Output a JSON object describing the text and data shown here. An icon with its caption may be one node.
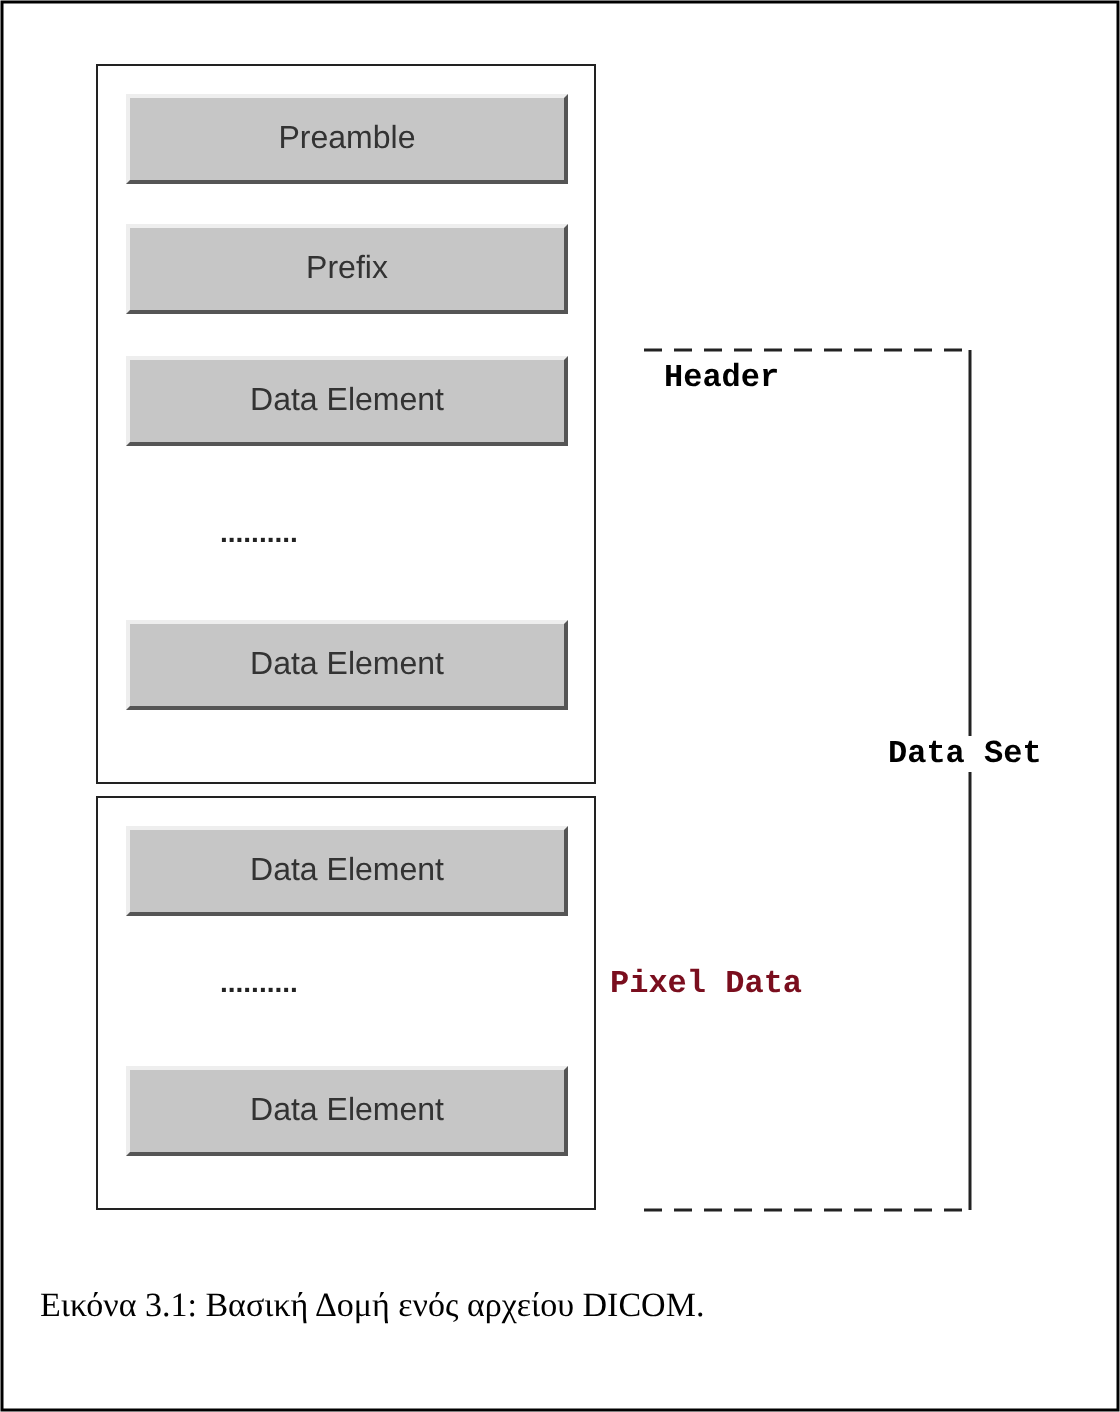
{
  "diagram": {
    "caption": "Εικόνα 3.1: Βασική Δομή ενός αρχείου DICOM.",
    "nodes": [
      {
        "text": [],
        "shape": "box"
      },
      {
        "text": [
          "Preamble"
        ],
        "in": 0
      },
      {
        "text": [
          "Prefix"
        ],
        "in": 0
      },
      {
        "text": [
          "Data Element"
        ],
        "in": 0
      },
      {
        "text": [
          "Data Element"
        ],
        "in": 0
      },
      {
        "text": [],
        "shape": "box"
      },
      {
        "text": [
          "Data Element"
        ],
        "in": 5
      },
      {
        "text": [
          "Data Element"
        ],
        "in": 5
      }
    ],
    "edges": [],
    "labels": [
      "..........",
      "Header",
      "Data Set",
      "..........",
      "Pixel Data"
    ]
  }
}
